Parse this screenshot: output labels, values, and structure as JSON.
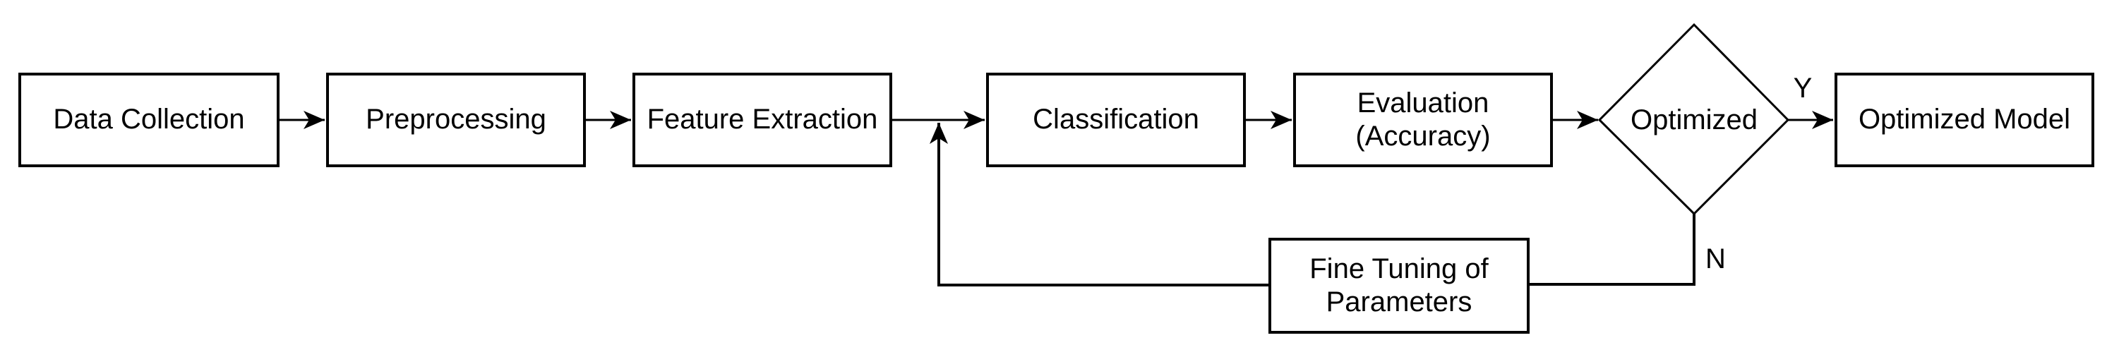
{
  "colors": {
    "background": "#ffffff",
    "stroke": "#000000",
    "text": "#000000"
  },
  "nodes": {
    "data_collection": {
      "label": "Data Collection",
      "shape": "rect"
    },
    "preprocessing": {
      "label": "Preprocessing",
      "shape": "rect"
    },
    "feature_extraction": {
      "label": "Feature Extraction",
      "shape": "rect"
    },
    "classification": {
      "label": "Classification",
      "shape": "rect"
    },
    "evaluation": {
      "line1": "Evaluation",
      "line2": "(Accuracy)",
      "shape": "rect"
    },
    "optimized": {
      "label": "Optimized",
      "shape": "diamond"
    },
    "optimized_model": {
      "label": "Optimized Model",
      "shape": "rect"
    },
    "fine_tuning": {
      "line1": "Fine Tuning of",
      "line2": "Parameters",
      "shape": "rect"
    }
  },
  "edge_labels": {
    "yes": "Y",
    "no": "N"
  },
  "edges": [
    {
      "from": "data_collection",
      "to": "preprocessing"
    },
    {
      "from": "preprocessing",
      "to": "feature_extraction"
    },
    {
      "from": "feature_extraction",
      "to": "classification"
    },
    {
      "from": "classification",
      "to": "evaluation"
    },
    {
      "from": "evaluation",
      "to": "optimized"
    },
    {
      "from": "optimized",
      "to": "optimized_model",
      "label": "Y"
    },
    {
      "from": "optimized",
      "to": "fine_tuning",
      "label": "N"
    },
    {
      "from": "fine_tuning",
      "to": "classification",
      "via": "joins feature_extraction-classification connector"
    }
  ]
}
